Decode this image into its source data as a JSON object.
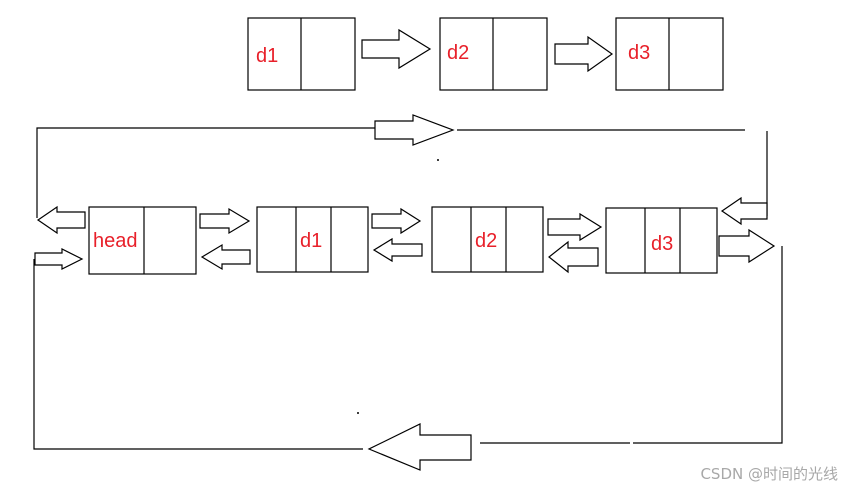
{
  "singly_list": {
    "nodes": [
      {
        "label": "d1"
      },
      {
        "label": "d2"
      },
      {
        "label": "d3"
      }
    ]
  },
  "doubly_circular_list": {
    "nodes": [
      {
        "label": "head"
      },
      {
        "label": "d1"
      },
      {
        "label": "d2"
      },
      {
        "label": "d3"
      }
    ]
  },
  "colors": {
    "label_text": "#e8202a",
    "stroke": "#000000",
    "watermark": "#a8a8a8"
  },
  "watermark": {
    "text": "CSDN @时间的光线"
  }
}
